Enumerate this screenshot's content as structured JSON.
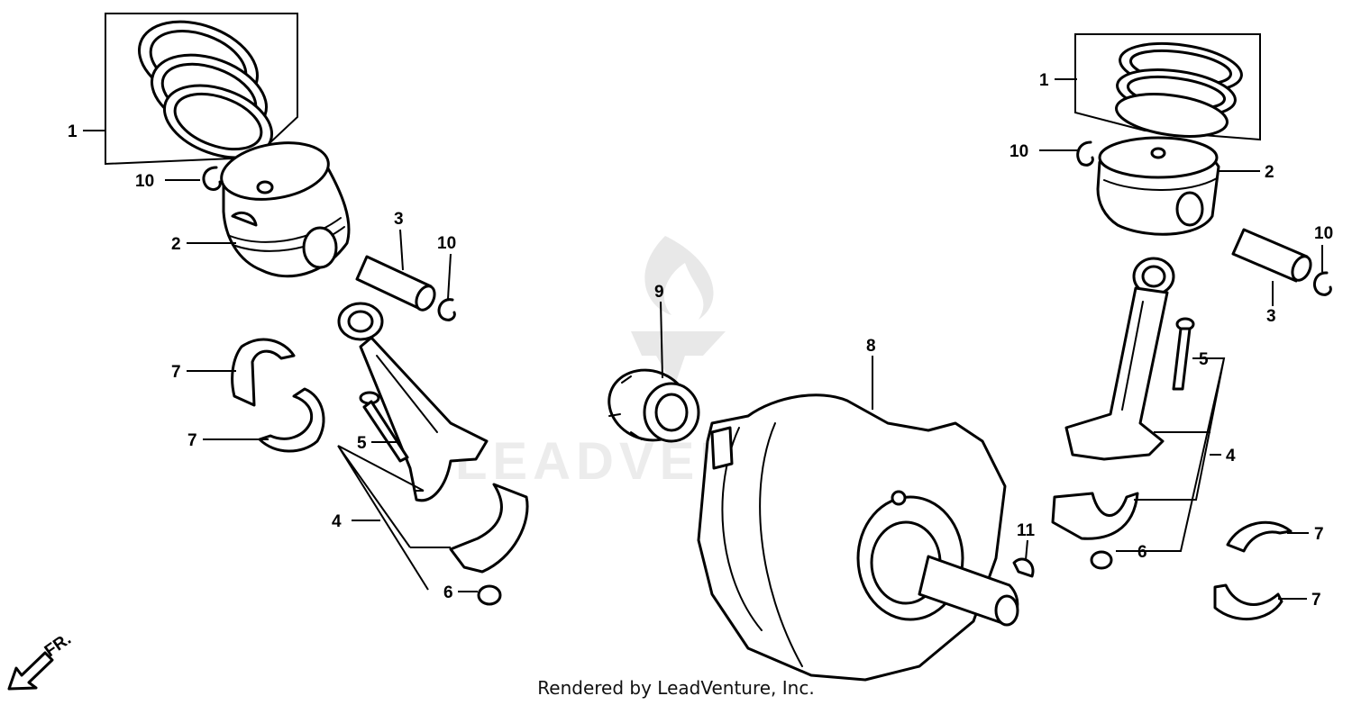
{
  "watermark": {
    "text": "LEADVENTURE"
  },
  "credit": "Rendered by LeadVenture, Inc.",
  "front_indicator": "FR.",
  "callouts": {
    "left_ring_set": "1",
    "left_clip_upper": "10",
    "left_piston": "2",
    "left_pin": "3",
    "left_clip_lower": "10",
    "left_bearing_upper": "7",
    "left_bearing_lower": "7",
    "left_bolt": "5",
    "left_rod_assembly": "4",
    "left_nut": "6",
    "center_gear": "9",
    "center_crankshaft": "8",
    "center_key": "11",
    "right_ring_set": "1",
    "right_clip_upper": "10",
    "right_piston": "2",
    "right_clip_lower": "10",
    "right_pin": "3",
    "right_bolt": "5",
    "right_rod_assembly": "4",
    "right_nut": "6",
    "right_bearing_upper": "7",
    "right_bearing_lower": "7"
  }
}
